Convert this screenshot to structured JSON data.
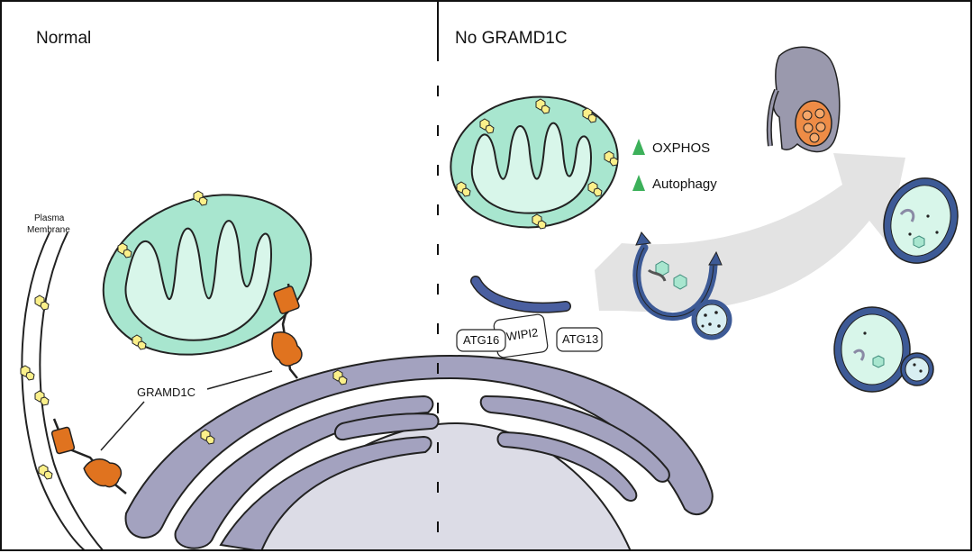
{
  "panels": {
    "left_title": "Normal",
    "right_title": "No GRAMD1C"
  },
  "labels": {
    "plasma_membrane_line1": "Plasma",
    "plasma_membrane_line2": "Membrane",
    "gramd1c": "GRAMD1C",
    "wipi2": "WIPI2",
    "atg16": "ATG16",
    "atg13": "ATG13",
    "oxphos": "OXPHOS",
    "autophagy": "Autophagy"
  },
  "indicators": {
    "oxphos": "up-arrow-icon",
    "autophagy": "up-arrow-icon"
  },
  "colors": {
    "mitochondria_fill": "#a8e6cf",
    "mitochondria_inner": "#d8f6ea",
    "er_fill": "#a3a2bf",
    "nucleus_fill": "#dcdce6",
    "gramd1c_fill": "#e0731f",
    "cholesterol_fill": "#fbf08a",
    "autophagosome_fill": "#3d5a96",
    "up_arrow": "#3cb05a",
    "flow_arrow": "#e3e3e3",
    "kidney_fill": "#9a99ad",
    "tumor_fill": "#ee8c46"
  }
}
